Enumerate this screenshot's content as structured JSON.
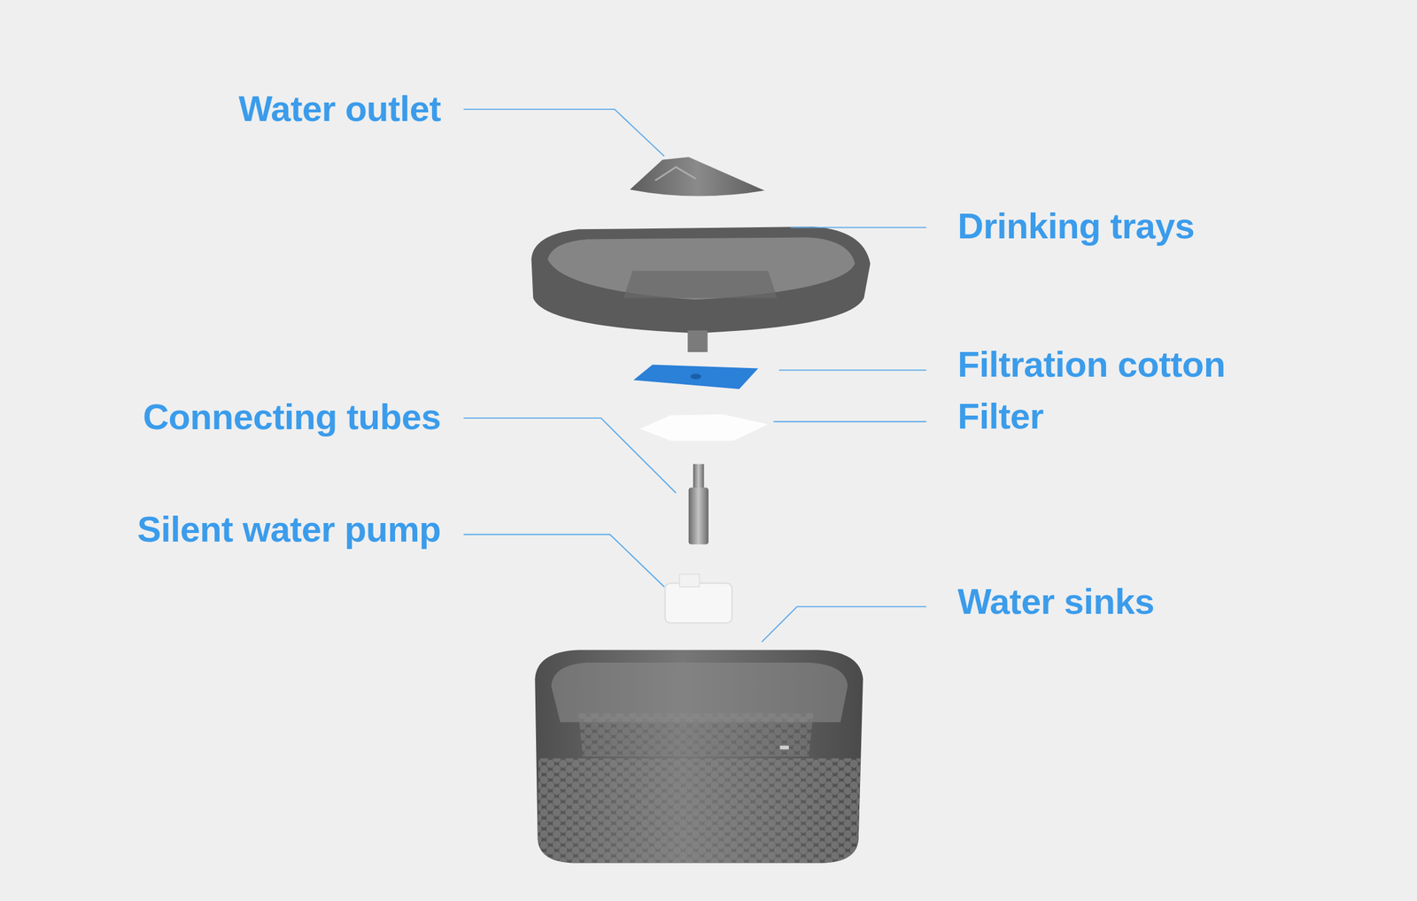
{
  "diagram": {
    "labels": [
      "Water outlet",
      "Drinking trays",
      "Filtration cotton",
      "Connecting tubes",
      "Filter",
      "Silent water pump",
      "Water sinks"
    ]
  }
}
